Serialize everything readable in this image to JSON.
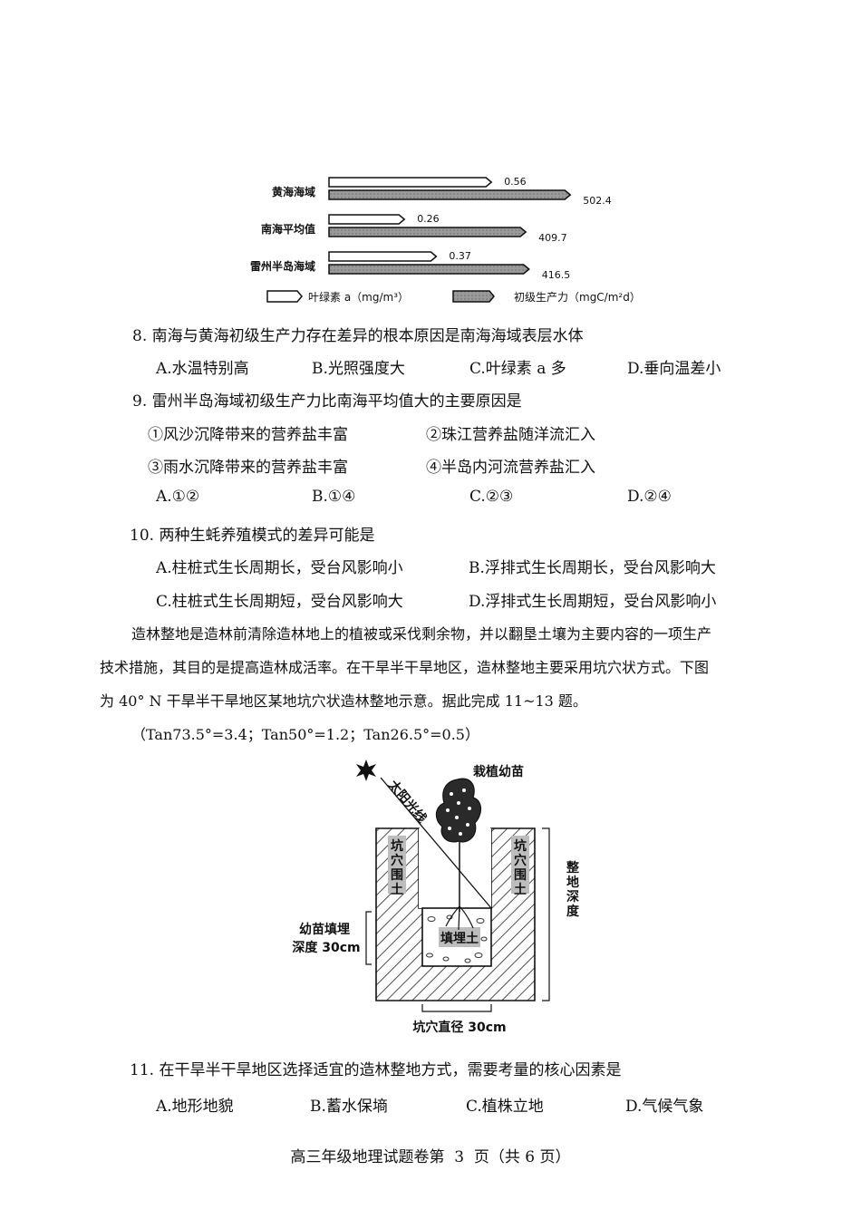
{
  "chart": {
    "categories": [
      "黄海海域",
      "南海平均值",
      "雷州半岛海域"
    ],
    "legend_chl": "叶绿素 a（mg/m³）",
    "legend_pp": "初级生产力（mgC/m²d）"
  },
  "chart_data": {
    "type": "bar",
    "categories": [
      "黄海海域",
      "南海平均值",
      "雷州半岛海域"
    ],
    "series": [
      {
        "name": "叶绿素 a（mg/m³）",
        "values": [
          0.56,
          0.26,
          0.37
        ]
      },
      {
        "name": "初级生产力（mgC/m²d）",
        "values": [
          502.4,
          409.7,
          416.5
        ]
      }
    ],
    "orientation": "horizontal",
    "legend_position": "bottom"
  },
  "q8": {
    "stem": "8. 南海与黄海初级生产力存在差异的根本原因是南海海域表层水体",
    "options": [
      "A.水温特别高",
      "B.光照强度大",
      "C.叶绿素 a 多",
      "D.垂向温差小"
    ]
  },
  "q9": {
    "stem": "9. 雷州半岛海域初级生产力比南海平均值大的主要原因是",
    "items": [
      "①风沙沉降带来的营养盐丰富",
      "②珠江营养盐随洋流汇入",
      "③雨水沉降带来的营养盐丰富",
      "④半岛内河流营养盐汇入"
    ],
    "options": [
      "A.①②",
      "B.①④",
      "C.②③",
      "D.②④"
    ]
  },
  "q10": {
    "stem": "10. 两种生蚝养殖模式的差异可能是",
    "options": [
      "A.柱桩式生长周期长，受台风影响小",
      "B.浮排式生长周期长，受台风影响大",
      "C.柱桩式生长周期短，受台风影响大",
      "D.浮排式生长周期短，受台风影响小"
    ]
  },
  "passage": {
    "line1": "造林整地是造林前清除造林地上的植被或采伐剩余物，并以翻垦土壤为主要内容的一项生产",
    "line2": "技术措施，其目的是提高造林成活率。在干旱半干旱地区，造林整地主要采用坑穴状方式。下图",
    "line3": "为 40° N 干旱半干旱地区某地坑穴状造林整地示意。据此完成 11~13 题。",
    "tan": "（Tan73.5°=3.4；Tan50°=1.2；Tan26.5°=0.5）"
  },
  "diagram": {
    "seedling": "栽植幼苗",
    "sunlight": "太阳光线",
    "left_soil": "坑穴围土",
    "right_soil": "坑穴围土",
    "prep_depth": "整地深度",
    "fill_depth_1": "幼苗填埋",
    "fill_depth_2": "深度 30cm",
    "backfill": "填埋土",
    "diameter": "坑穴直径 30cm"
  },
  "q11": {
    "stem": "11. 在干旱半干旱地区选择适宜的造林整地方式，需要考量的核心因素是",
    "options": [
      "A.地形地貌",
      "B.蓄水保墒",
      "C.植株立地",
      "D.气候气象"
    ]
  },
  "footer": "高三年级地理试题卷第  3  页（共 6 页）"
}
